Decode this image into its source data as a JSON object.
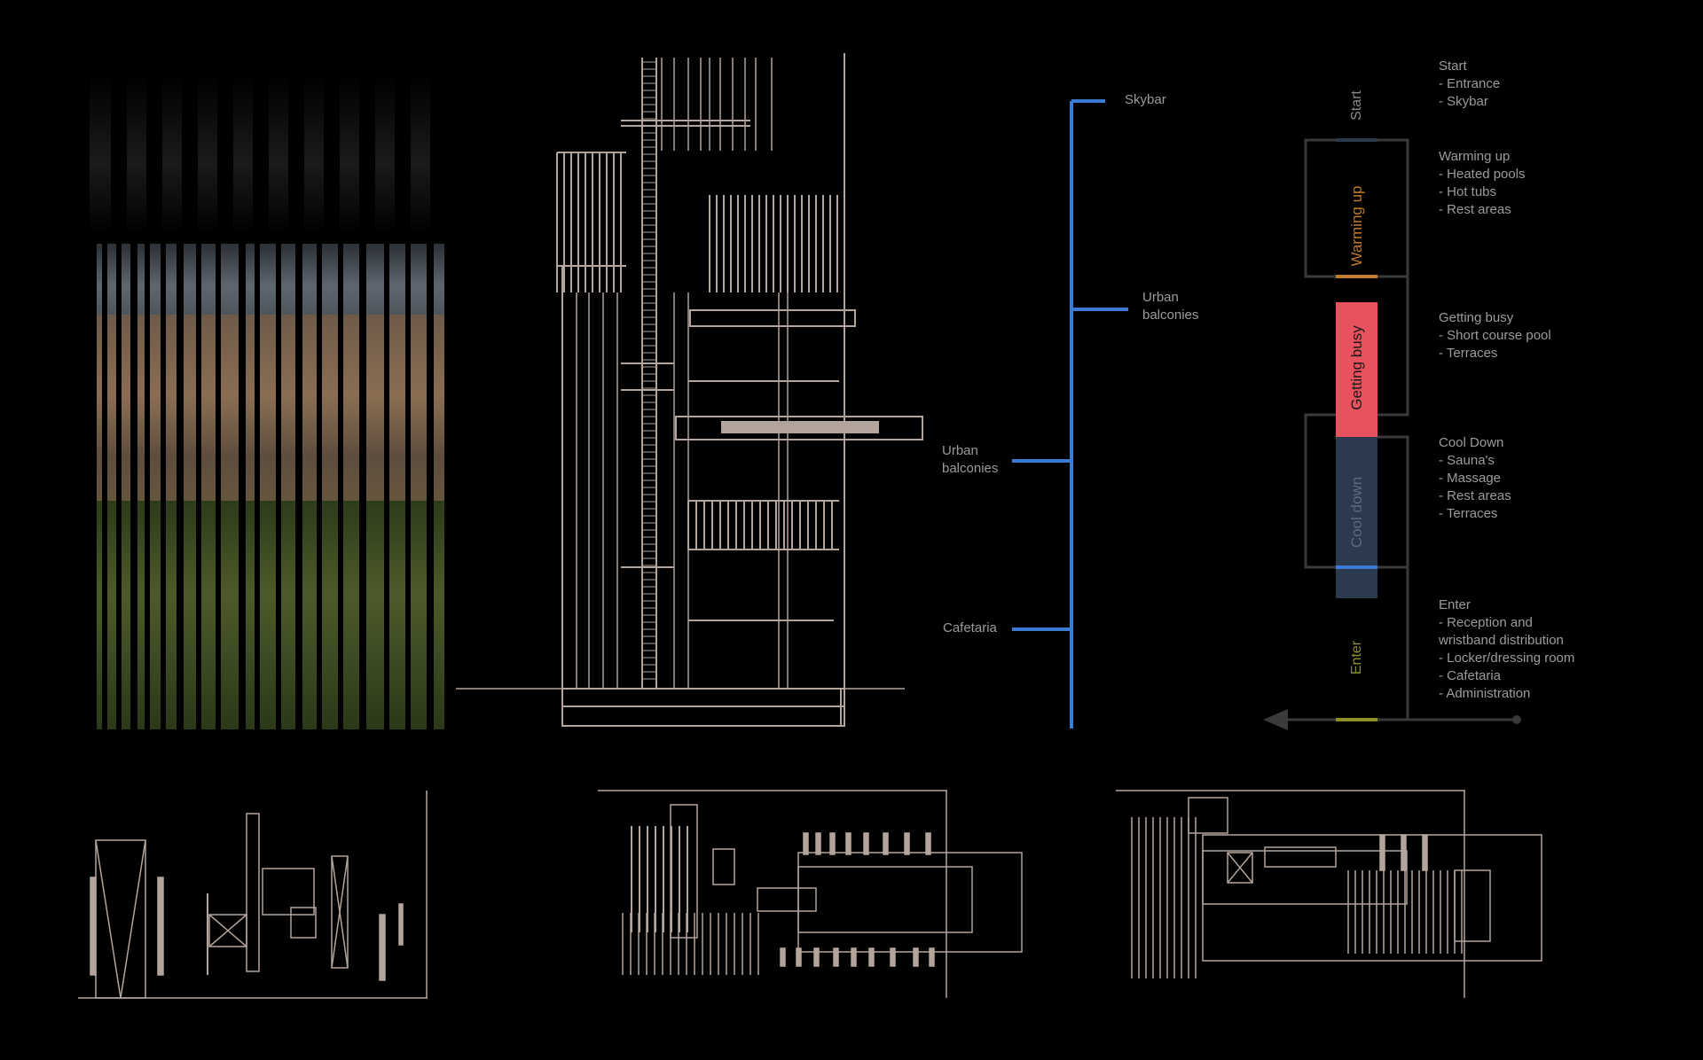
{
  "palette": {
    "background": "#000000",
    "linework": "#b3a59c",
    "tree_blue": "#3a7bd5",
    "getting_busy": "#e8525f",
    "cool_down": "#2c3a4e",
    "warming_up_accent": "#c07a2a",
    "enter_accent": "#8f8f2a",
    "cool_down_accent": "#3a7bd5"
  },
  "levels": {
    "skybar": "Skybar",
    "urban_balconies_upper": "Urban\nbalconies",
    "urban_balconies_lower": "Urban\nbalconies",
    "cafetaria": "Cafetaria"
  },
  "flow": {
    "stages": {
      "start": "Start",
      "warming_up": "Warming up",
      "getting_busy": "Getting busy",
      "cool_down": "Cool down",
      "enter": "Enter"
    },
    "descriptions": {
      "start": "Start\n- Entrance\n- Skybar",
      "warming_up": "Warming up\n- Heated pools\n- Hot tubs\n- Rest areas",
      "getting_busy": "Getting busy\n- Short course pool\n- Terraces",
      "cool_down": "Cool Down\n- Sauna's\n- Massage\n- Rest areas\n- Terraces",
      "enter": "Enter\n- Reception and\n  wristband distribution\n- Locker/dressing room\n- Cafetaria\n- Administration"
    }
  }
}
